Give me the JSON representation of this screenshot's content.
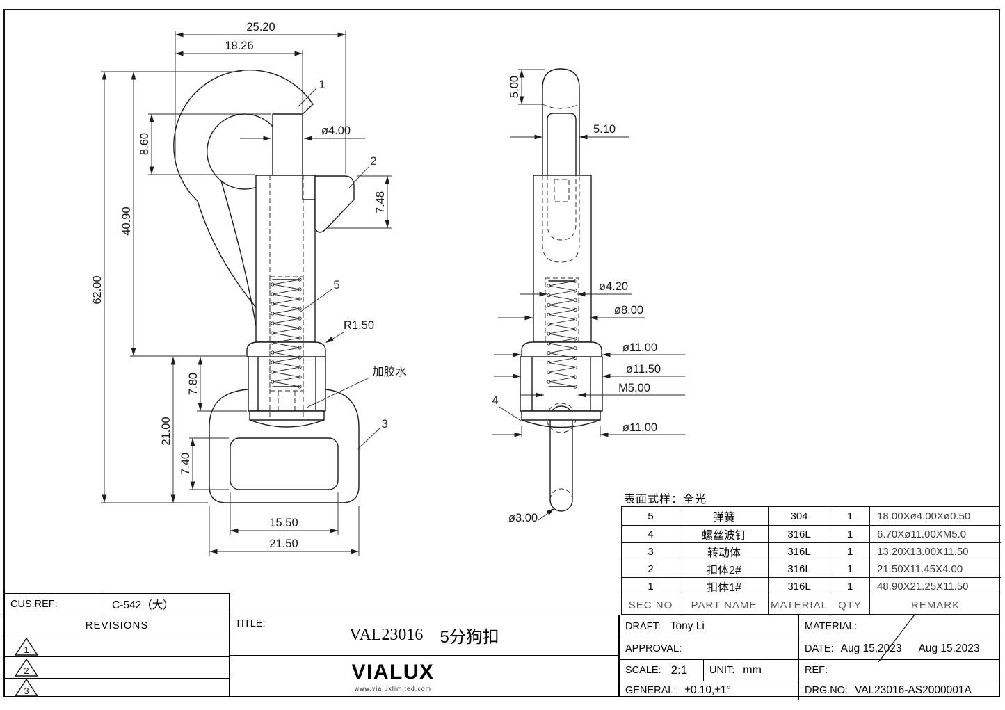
{
  "front_view": {
    "dims": {
      "width_overall": "25.20",
      "width_hook": "18.26",
      "eye_depth": "8.60",
      "hook_length": "40.90",
      "total_length": "62.00",
      "gate_dia": "ø4.00",
      "gate_tab_height": "7.48",
      "swivel_height": "7.80",
      "ring_section_height": "21.00",
      "ring_opening_height": "7.40",
      "ring_opening_width": "15.50",
      "ring_width": "21.50",
      "collar_radius": "R1.50",
      "glue_note": "加胶水"
    },
    "callouts": {
      "c1": "1",
      "c2": "2",
      "c3": "3",
      "c5": "5"
    }
  },
  "side_view": {
    "dims": {
      "tip_height": "5.00",
      "rod_width": "5.10",
      "spring_dia": "ø4.20",
      "rod_dia": "ø8.00",
      "collar_dia": "ø11.00",
      "body_dia": "ø11.50",
      "thread": "M5.00",
      "head_dia": "ø11.00",
      "pin_dia": "ø3.00"
    },
    "callouts": {
      "c4": "4"
    }
  },
  "surface_note": "表面式样：全光",
  "parts_table": {
    "headers": {
      "sec": "SEC NO",
      "name": "PART NAME",
      "material": "MATERIAL",
      "qty": "QTY",
      "remark": "REMARK"
    },
    "rows": [
      {
        "sec": "5",
        "name": "弹簧",
        "material": "304",
        "qty": "1",
        "remark": "18.00Xø4.00Xø0.50"
      },
      {
        "sec": "4",
        "name": "螺丝波钉",
        "material": "316L",
        "qty": "1",
        "remark": "6.70Xø11.00XM5.0"
      },
      {
        "sec": "3",
        "name": "转动体",
        "material": "316L",
        "qty": "1",
        "remark": "13.20X13.00X11.50"
      },
      {
        "sec": "2",
        "name": "扣体2#",
        "material": "316L",
        "qty": "1",
        "remark": "21.50X11.45X4.00"
      },
      {
        "sec": "1",
        "name": "扣体1#",
        "material": "316L",
        "qty": "1",
        "remark": "48.90X21.25X11.50"
      }
    ]
  },
  "title_block": {
    "cus_ref_label": "CUS.REF:",
    "cus_ref_value": "C-542（大）",
    "revisions_label": "REVISIONS",
    "revision_rows": [
      "1",
      "2",
      "3"
    ],
    "title_label": "TITLE:",
    "title_code": "VAL23016",
    "title_name": "5分狗扣",
    "logo_text": "VIALUX",
    "logo_site": "www.vialuxlimited.com",
    "draft_label": "DRAFT:",
    "draft_value": "Tony Li",
    "approval_label": "APPROVAL:",
    "scale_label": "SCALE:",
    "scale_value": "2:1",
    "unit_label": "UNIT:",
    "unit_value": "mm",
    "general_label": "GENERAL:",
    "general_value": "±0.10,±1°",
    "material_label": "MATERIAL:",
    "date_label": "DATE:",
    "date_value_1": "Aug 15,2023",
    "date_value_2": "Aug 15,2023",
    "ref_label": "REF:",
    "drg_label": "DRG.NO:",
    "drg_value": "VAL23016-AS2000001A"
  }
}
